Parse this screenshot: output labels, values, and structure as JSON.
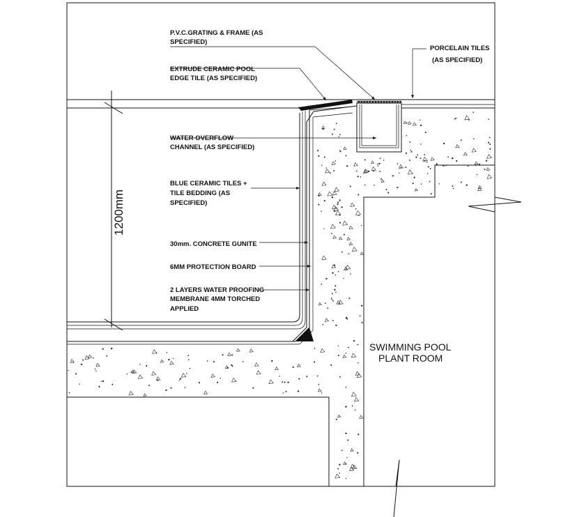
{
  "labels": {
    "pvc_grating_l1": "P.V.C.GRATING & FRAME (AS",
    "pvc_grating_l2": "SPECIFIED)",
    "porcelain_l1": "PORCELAIN TILES",
    "porcelain_l2": "(AS SPECIFIED)",
    "extrude_l1": "EXTRUDE CERAMIC POOL",
    "extrude_l2": "EDGE TILE (AS SPECIFIED)",
    "overflow_l1": "WATER OVERFLOW",
    "overflow_l2": "CHANNEL (AS SPECIFIED)",
    "blue_tiles_l1": "BLUE CERAMIC TILES +",
    "blue_tiles_l2": "TILE BEDDING (AS",
    "blue_tiles_l3": "SPECIFIED)",
    "gunite": "30mm. CONCRETE GUNITE",
    "protection": "6MM PROTECTION BOARD",
    "membrane_l1": "2 LAYERS WATER PROOFING",
    "membrane_l2": "MEMBRANE 4MM TORCHED",
    "membrane_l3": "APPLIED",
    "plant_room_l1": "SWIMMING POOL",
    "plant_room_l2": "PLANT ROOM"
  },
  "dimension": {
    "value": "1200mm"
  },
  "colors": {
    "line": "#111111",
    "background": "#ffffff"
  }
}
